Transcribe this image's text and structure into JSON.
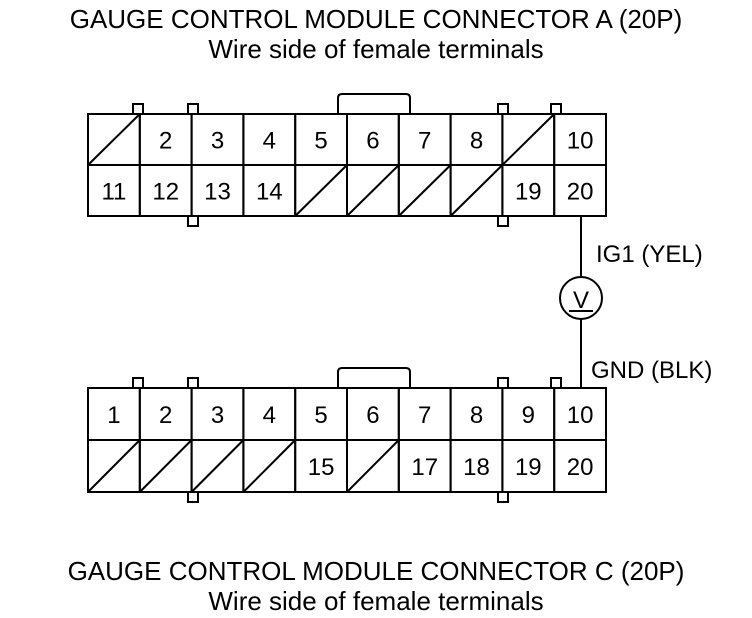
{
  "connector_a": {
    "title": "GAUGE CONTROL MODULE CONNECTOR A (20P)",
    "subtitle": "Wire side of female terminals",
    "rows": [
      [
        "",
        "2",
        "3",
        "4",
        "5",
        "6",
        "7",
        "8",
        "",
        "10"
      ],
      [
        "11",
        "12",
        "13",
        "14",
        "",
        "",
        "",
        "",
        "19",
        "20"
      ]
    ]
  },
  "connector_c": {
    "title": "GAUGE CONTROL MODULE CONNECTOR C (20P)",
    "subtitle": "Wire side of female terminals",
    "rows": [
      [
        "1",
        "2",
        "3",
        "4",
        "5",
        "6",
        "7",
        "8",
        "9",
        "10"
      ],
      [
        "",
        "",
        "",
        "",
        "15",
        "",
        "17",
        "18",
        "19",
        "20"
      ]
    ]
  },
  "measurement": {
    "upper_wire_label": "IG1 (YEL)",
    "lower_wire_label": "GND (BLK)",
    "meter_symbol": "V",
    "meter_icon": "voltmeter-icon"
  }
}
